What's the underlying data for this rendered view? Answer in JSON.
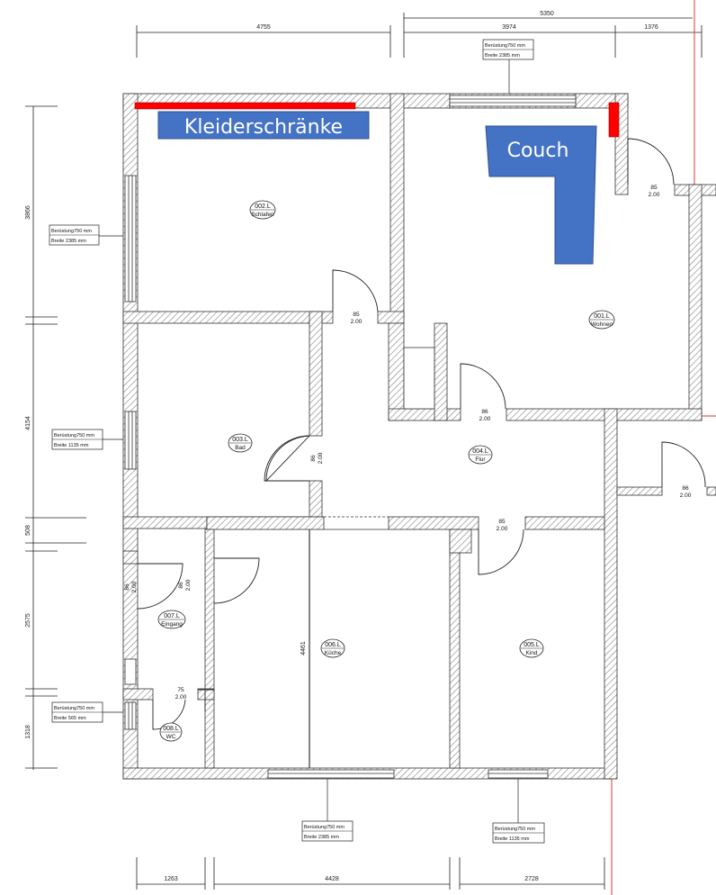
{
  "annotations": {
    "wardrobes": "Kleiderschränke",
    "couch": "Couch"
  },
  "rooms": [
    {
      "code": "002.L",
      "name": "Schlafen"
    },
    {
      "code": "001.L",
      "name": "Wohnen"
    },
    {
      "code": "003.L",
      "name": "Bad"
    },
    {
      "code": "004.L",
      "name": "Flur"
    },
    {
      "code": "007.L",
      "name": "Eingang"
    },
    {
      "code": "006.L",
      "name": "Küche"
    },
    {
      "code": "005.L",
      "name": "Kind"
    },
    {
      "code": "008.L",
      "name": "WC"
    }
  ],
  "dimensions": {
    "top_left": "4755",
    "top_total": "5350",
    "top_mid": "3974",
    "top_right": "1376",
    "left_1": "3866",
    "left_2": "4154",
    "left_3": "508",
    "left_4": "2575",
    "left_5": "1318",
    "bottom_1": "1263",
    "bottom_2": "4428",
    "bottom_3": "2728",
    "kitchen_inner": "4461"
  },
  "doors": {
    "d1_w": "85",
    "d1_h": "2.00",
    "d2_w": "85",
    "d2_h": "2.00",
    "d3_w": "86",
    "d3_h": "2.00",
    "d4_w": "86",
    "d4_h": "2.00",
    "d5_w": "85",
    "d5_h": "2.00",
    "d6_w": "86",
    "d6_h": "2.00",
    "d7_w": "86",
    "d7_h": "2.00",
    "d8_w": "86",
    "d8_h": "2.00",
    "d9_w": "75",
    "d9_h": "2.00"
  },
  "windows": {
    "top_l1": "Berüstung750 mm",
    "top_l2": "Breite 2385 mm",
    "left1_l1": "Berüstung750 mm",
    "left1_l2": "Breite 2385 mm",
    "left2_l1": "Berüstung750 mm",
    "left2_l2": "Breite 1135 mm",
    "left3_l1": "Berüstung750 mm",
    "left3_l2": "Breite 565 mm",
    "bottom1_l1": "Berüstung750 mm",
    "bottom1_l2": "Breite 2385 mm",
    "bottom2_l1": "Berüstung750 mm",
    "bottom2_l2": "Breite 1135 mm"
  },
  "colors": {
    "label_fill": "#4472c4",
    "label_stroke": "#2f528f",
    "wardrobe_red": "#ff0000",
    "guide_red": "#e83030",
    "wall_hatch": "#777777"
  }
}
